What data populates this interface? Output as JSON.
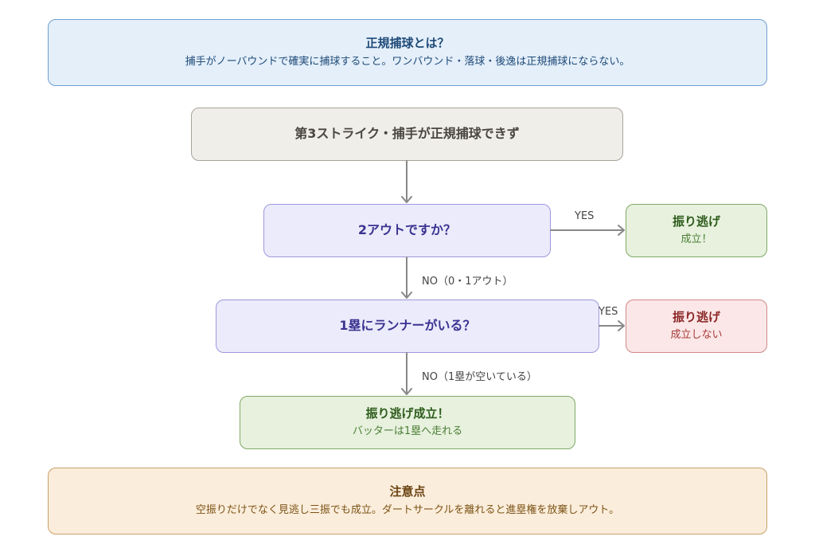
{
  "info_box": {
    "title": "正規捕球とは？",
    "text": "捕手がノーバウンドで確実に捕球すること。ワンバウンド・落球・後逸は正規捕球にならない。"
  },
  "flow": {
    "start": {
      "title": "第3ストライク・捕手が正規捕球できず"
    },
    "question1": {
      "title": "2アウトですか？"
    },
    "question2": {
      "title": "1塁にランナーがいる？"
    },
    "yes1_result": {
      "title": "振り逃げ",
      "subtitle": "成立！"
    },
    "yes2_result": {
      "title": "振り逃げ",
      "subtitle": "成立しない"
    },
    "end_result": {
      "title": "振り逃げ成立！",
      "subtitle": "バッターは1塁へ走れる"
    },
    "edges": {
      "yes1_label": "YES",
      "yes2_label": "YES",
      "no1_label": "NO（0・1アウト）",
      "no2_label": "NO（1塁が空いている）"
    }
  },
  "note_box": {
    "title": "注意点",
    "text": "空振りだけでなく見逃し三振でも成立。ダートサークルを離れると進塁権を放棄しアウト。"
  },
  "colors": {
    "info": "#e4effa",
    "start": "#f0eee9",
    "question": "#ebebfb",
    "success": "#e7f1de",
    "failure": "#fbe7e7",
    "note": "#fbeddb",
    "arrow": "#888888"
  }
}
